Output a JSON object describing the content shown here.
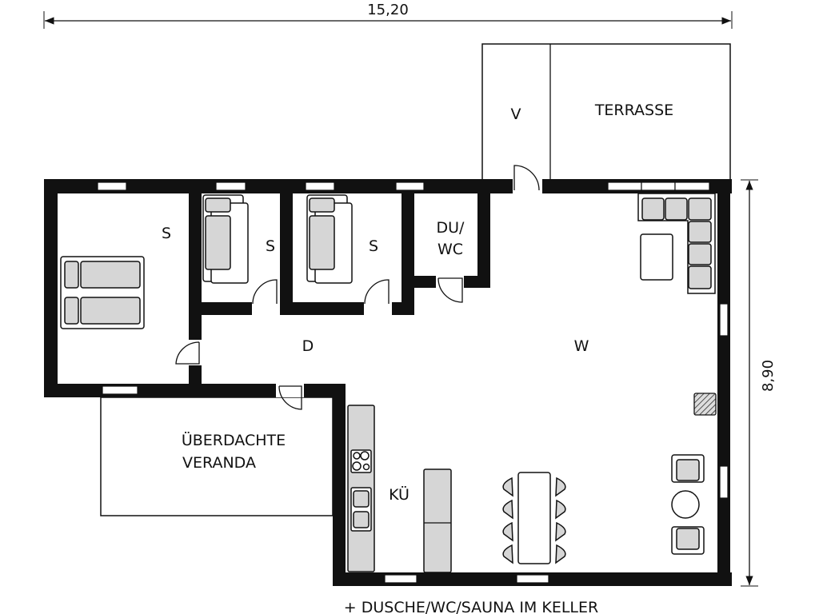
{
  "dimensions": {
    "width": "15,20",
    "depth": "8,90"
  },
  "rooms": {
    "bedroom_1": "S",
    "bedroom_2": "S",
    "bedroom_3": "S",
    "bathroom_line1": "DU/",
    "bathroom_line2": "WC",
    "hallway": "D",
    "living": "W",
    "storage": "V",
    "terrace": "TERRASSE",
    "veranda_line1": "ÜBERDACHTE",
    "veranda_line2": "VERANDA",
    "kitchen": "KÜ"
  },
  "footnote": "+ DUSCHE/WC/SAUNA IM KELLER"
}
